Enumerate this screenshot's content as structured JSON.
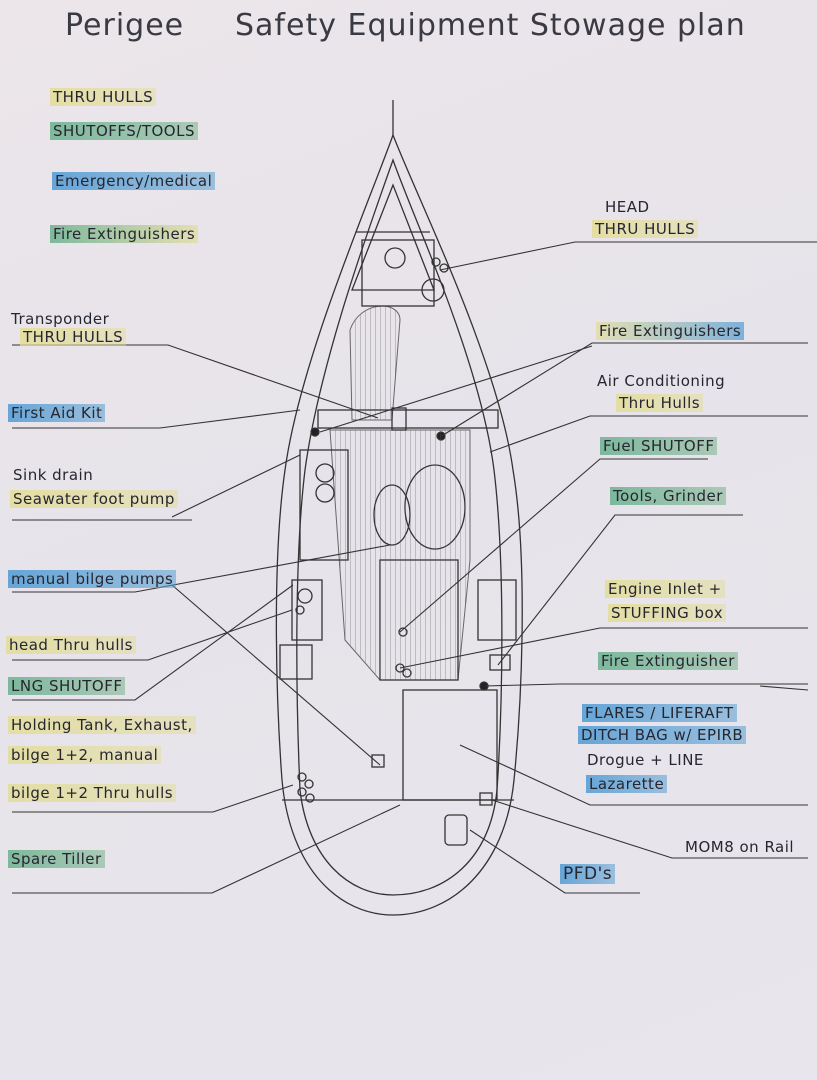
{
  "title": {
    "boat_name": "Perigee",
    "text": "Safety Equipment Stowage plan"
  },
  "legend": [
    {
      "label": "THRU HULLS",
      "color": "#e2dc8c"
    },
    {
      "label": "SHUTOFFS/TOOLS",
      "color": "#5aaa82"
    },
    {
      "label": "Emergency/medical",
      "color": "#4696d2"
    },
    {
      "label": "Fire Extinguishers",
      "color": "#5aaa82"
    }
  ],
  "left_labels": {
    "transponder": [
      "Transponder",
      "THRU HULLS"
    ],
    "first_aid": "First Aid Kit",
    "sink": [
      "Sink drain",
      "Seawater foot pump"
    ],
    "bilge_pumps": "manual bilge pumps",
    "head_thru_hulls": "head Thru hulls",
    "lng_shutoff": "LNG SHUTOFF",
    "holding_tank": [
      "Holding Tank, Exhaust,",
      "bilge 1+2, manual",
      "bilge 1+2 Thru hulls"
    ],
    "spare_tiller": "Spare Tiller"
  },
  "right_labels": {
    "head": [
      "HEAD",
      "THRU HULLS"
    ],
    "fire_ext_1": "Fire Extinguishers",
    "air_conditioning": [
      "Air Conditioning",
      "Thru Hulls"
    ],
    "fuel_shutoff": "Fuel SHUTOFF",
    "tools": "Tools, Grinder",
    "engine": [
      "Engine Inlet +",
      "STUFFING box"
    ],
    "fire_ext_2": "Fire Extinguisher",
    "lazarette": [
      "FLARES / LIFERAFT",
      "DITCH BAG w/ EPIRB",
      "Drogue + LINE",
      "Lazarette"
    ],
    "mom8": "MOM8 on Rail",
    "pfds": "PFD's"
  }
}
